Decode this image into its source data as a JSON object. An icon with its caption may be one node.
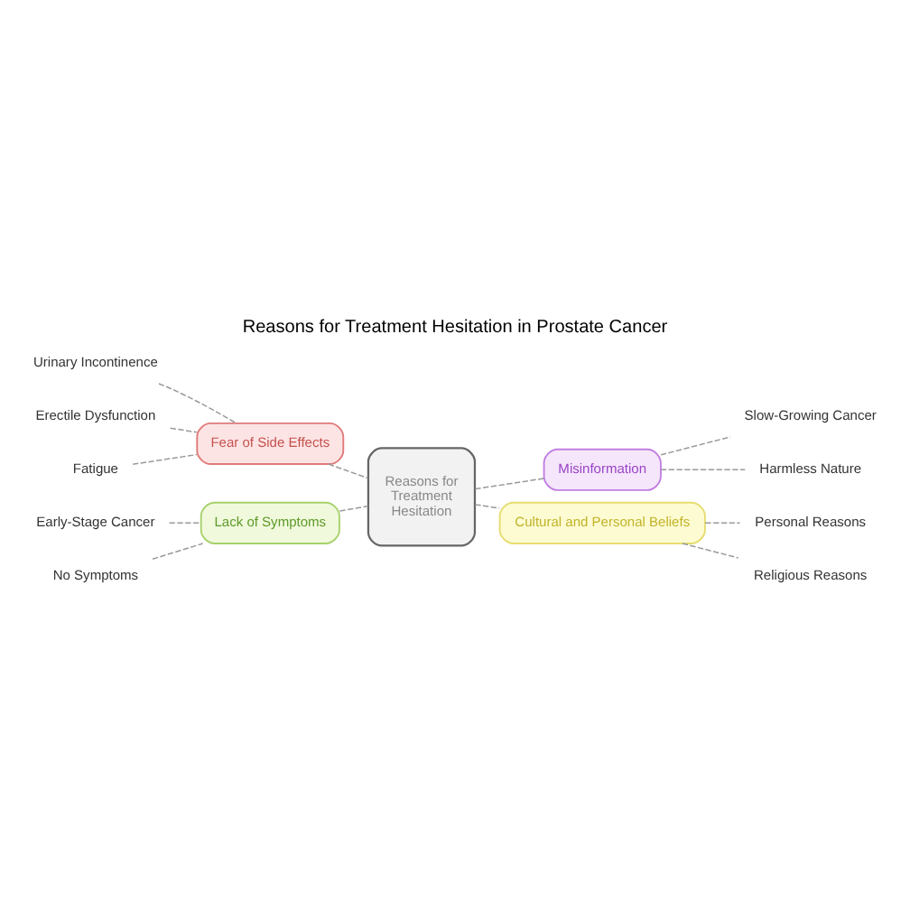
{
  "diagram": {
    "title": "Reasons for Treatment Hesitation in Prostate Cancer",
    "nodes": [
      {
        "text": [
          "Fear of Side Effects"
        ]
      },
      {
        "text": [
          "Urinary Incontinence"
        ]
      },
      {
        "text": [
          "Erectile Dysfunction"
        ]
      },
      {
        "text": [
          "Fatigue"
        ]
      },
      {
        "text": [
          "Lack of Symptoms"
        ]
      },
      {
        "text": [
          "Early-Stage Cancer"
        ]
      },
      {
        "text": [
          "No Symptoms"
        ]
      },
      {
        "text": [
          "Reasons for Treatment Hesitation"
        ]
      },
      {
        "text": [
          "Misinformation"
        ]
      },
      {
        "text": [
          "Slow-Growing Cancer"
        ]
      },
      {
        "text": [
          "Harmless Nature"
        ]
      },
      {
        "text": [
          "Cultural and Personal Beliefs"
        ]
      },
      {
        "text": [
          "Personal Reasons"
        ]
      },
      {
        "text": [
          "Religious Reasons"
        ]
      }
    ],
    "edges": [
      {
        "from": 1,
        "to": 0,
        "arrow": "none",
        "style": "dashed"
      },
      {
        "from": 2,
        "to": 0,
        "arrow": "none",
        "style": "dashed"
      },
      {
        "from": 3,
        "to": 0,
        "arrow": "none",
        "style": "dashed"
      },
      {
        "from": 5,
        "to": 4,
        "arrow": "none",
        "style": "dashed"
      },
      {
        "from": 6,
        "to": 4,
        "arrow": "none",
        "style": "dashed"
      },
      {
        "from": 0,
        "to": 7,
        "arrow": "none",
        "style": "dashed"
      },
      {
        "from": 4,
        "to": 7,
        "arrow": "none",
        "style": "dashed"
      },
      {
        "from": 7,
        "to": 8,
        "arrow": "none",
        "style": "dashed"
      },
      {
        "from": 7,
        "to": 11,
        "arrow": "none",
        "style": "dashed"
      },
      {
        "from": 8,
        "to": 9,
        "arrow": "none",
        "style": "dashed"
      },
      {
        "from": 8,
        "to": 10,
        "arrow": "none",
        "style": "dashed"
      },
      {
        "from": 11,
        "to": 12,
        "arrow": "none",
        "style": "dashed"
      },
      {
        "from": 11,
        "to": 13,
        "arrow": "none",
        "style": "dashed"
      }
    ]
  }
}
